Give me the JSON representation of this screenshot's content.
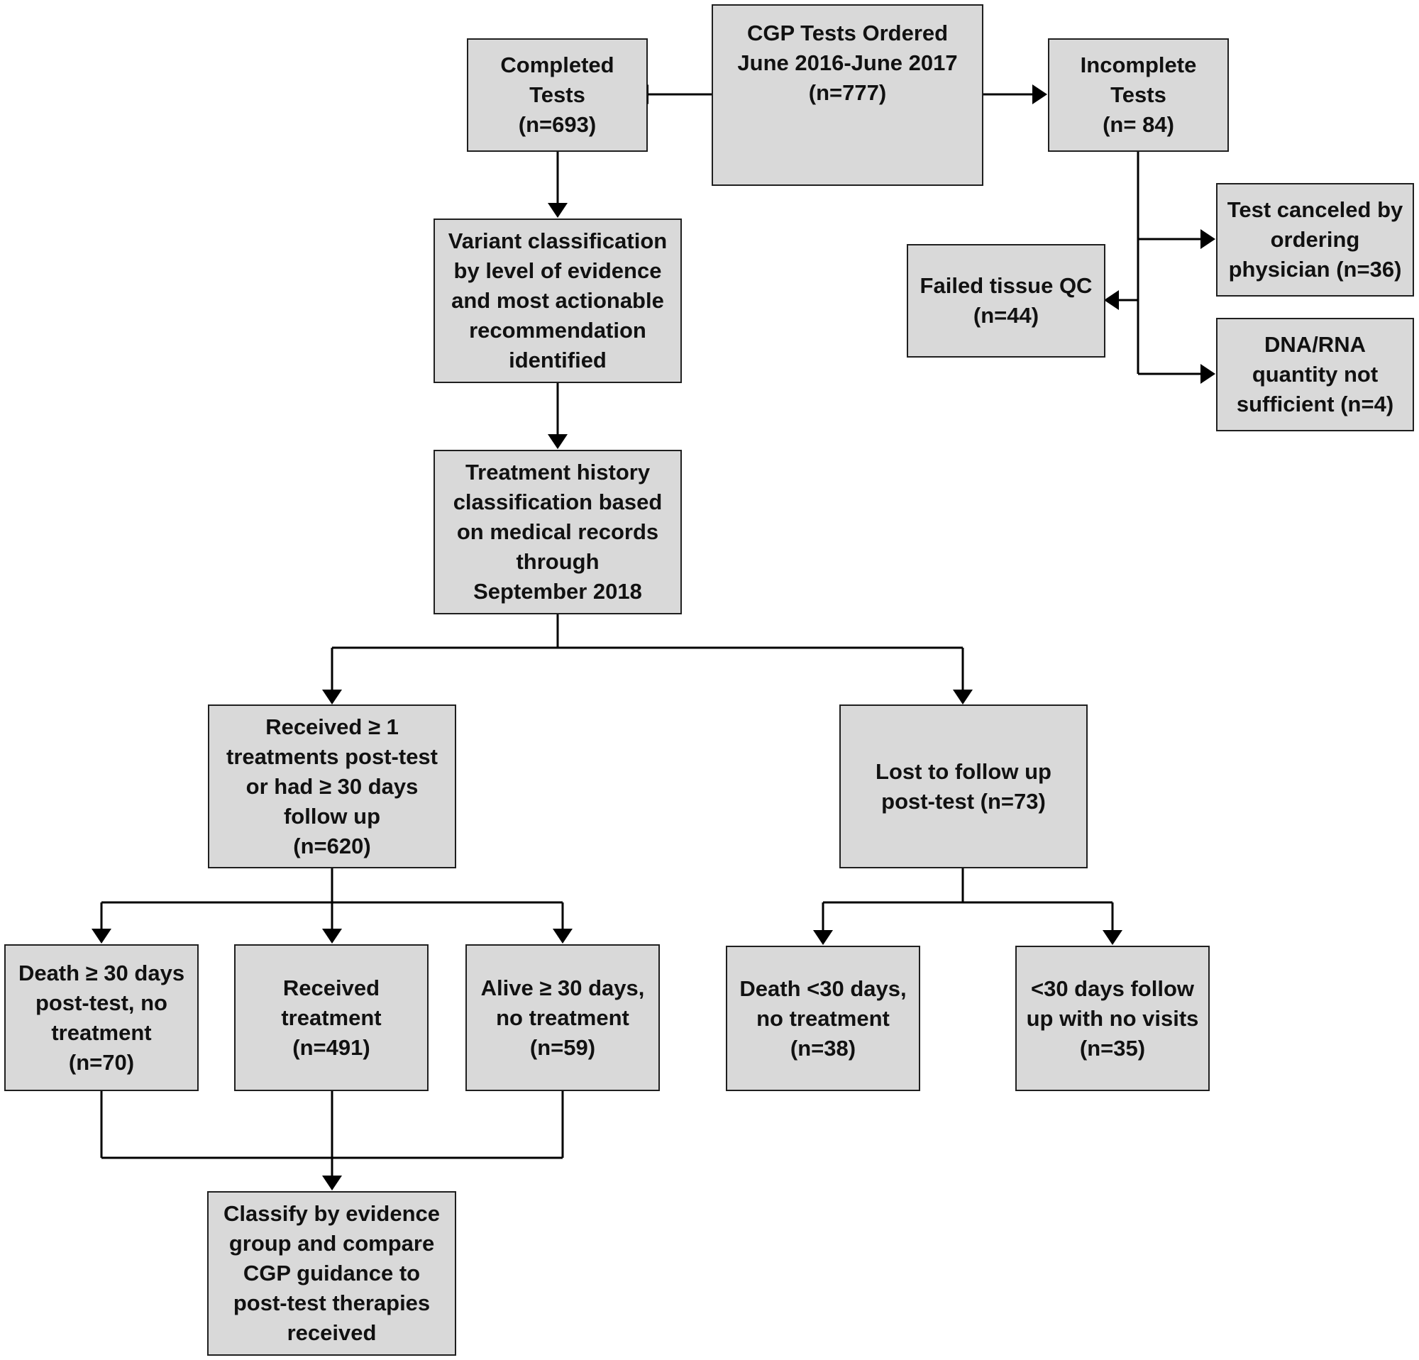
{
  "nodes": {
    "completed": "Completed\nTests\n(n=693)",
    "ordered": "CGP Tests Ordered\nJune 2016-June 2017\n(n=777)",
    "incomplete": "Incomplete\nTests\n(n= 84)",
    "canceled": "Test canceled by\nordering\nphysician (n=36)",
    "failed_qc": "Failed tissue QC\n(n=44)",
    "dna_rna": "DNA/RNA\nquantity not\nsufficient (n=4)",
    "variant": "Variant classification\nby level of evidence\nand most actionable\nrecommendation\nidentified",
    "treatment_history": "Treatment history\nclassification based\non medical records\nthrough\nSeptember 2018",
    "received_followup": "Received ≥ 1\ntreatments post-test\nor had ≥ 30 days\nfollow up\n(n=620)",
    "lost": "Lost to follow up\npost-test (n=73)",
    "death_30": "Death ≥ 30 days\npost-test, no\ntreatment\n(n=70)",
    "received_treatment": "Received\ntreatment\n(n=491)",
    "alive_30": "Alive ≥ 30 days,\nno treatment\n(n=59)",
    "death_lt30": "Death <30 days,\nno treatment\n(n=38)",
    "lt30_followup": "<30 days follow\nup with no visits\n(n=35)",
    "classify": "Classify by evidence\ngroup and compare\nCGP guidance  to\npost-test therapies\nreceived"
  }
}
